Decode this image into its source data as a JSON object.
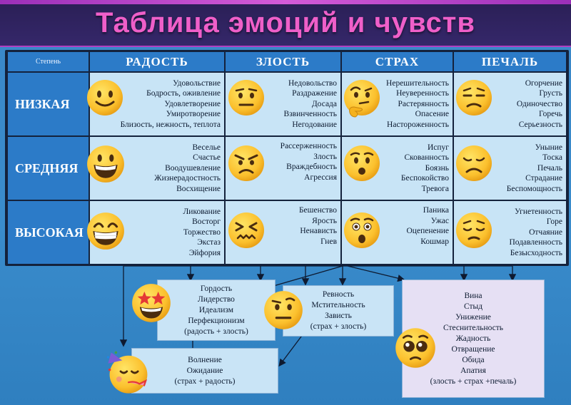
{
  "title": "Таблица эмоций и чувств",
  "table": {
    "corner": "Степень",
    "columns": [
      "РАДОСТЬ",
      "ЗЛОСТЬ",
      "СТРАХ",
      "ПЕЧАЛЬ"
    ],
    "rows": [
      {
        "label": "НИЗКАЯ",
        "cells": [
          [
            "Удовольствие",
            "Бодрость, оживление",
            "Удовлетворение",
            "Умиротворение",
            "Близость, нежность, теплота"
          ],
          [
            "Недовольство",
            "Раздражение",
            "Досада",
            "Взвинченность",
            "Негодование"
          ],
          [
            "Нерешительность",
            "Неуверенность",
            "Растерянность",
            "Опасение",
            "Настороженность"
          ],
          [
            "Огорчение",
            "Грусть",
            "Одиночество",
            "Горечь",
            "Серьезность"
          ]
        ]
      },
      {
        "label": "СРЕДНЯЯ",
        "cells": [
          [
            "Веселье",
            "Счастье",
            "Воодушевление",
            "Жизнерадостность",
            "Восхищение"
          ],
          [
            "Рассерженность",
            "Злость",
            "Враждебность",
            "Агрессия"
          ],
          [
            "Испуг",
            "Скованность",
            "Боязнь",
            "Беспокойство",
            "Тревога"
          ],
          [
            "Уныние",
            "Тоска",
            "Печаль",
            "Страдание",
            "Беспомощность"
          ]
        ]
      },
      {
        "label": "ВЫСОКАЯ",
        "cells": [
          [
            "Ликование",
            "Восторг",
            "Торжество",
            "Экстаз",
            "Эйфория"
          ],
          [
            "Бешенство",
            "Ярость",
            "Ненависть",
            "Гнев"
          ],
          [
            "Паника",
            "Ужас",
            "Оцепенение",
            "Кошмар"
          ],
          [
            "Угнетенность",
            "Горе",
            "Отчаяние",
            "Подавленность",
            "Безысходность"
          ]
        ]
      }
    ]
  },
  "emojis": [
    [
      "slightly-smiling-face-icon",
      "neutral-face-icon",
      "thinking-face-icon",
      "unamused-face-icon"
    ],
    [
      "grinning-face-icon",
      "angry-face-icon",
      "hushed-face-icon",
      "disappointed-face-icon"
    ],
    [
      "beaming-face-icon",
      "confounded-face-icon",
      "astonished-face-icon",
      "pensive-face-icon"
    ]
  ],
  "mixtures": {
    "joy_anger": [
      "Гордость",
      "Лидерство",
      "Идеализм",
      "Перфекционизм",
      "(радость + злость)"
    ],
    "fear_anger": [
      "Ревность",
      "Мстительность",
      "Зависть",
      "(страх + злость)"
    ],
    "anger_fear_sadness": [
      "Вина",
      "Стыд",
      "Унижение",
      "Стеснительность",
      "Жадность",
      "Отвращение",
      "Обида",
      "Апатия",
      "(злость + страх +печаль)"
    ],
    "fear_joy": [
      "Волнение",
      "Ожидание",
      "(страх + радость)"
    ]
  },
  "colors": {
    "background": "#3a8ccc",
    "header": "#2c7bc8",
    "cell": "#c8e4f6",
    "title": "#ef5fc9",
    "banner": "#2a1f55",
    "grid": "#14223c"
  }
}
